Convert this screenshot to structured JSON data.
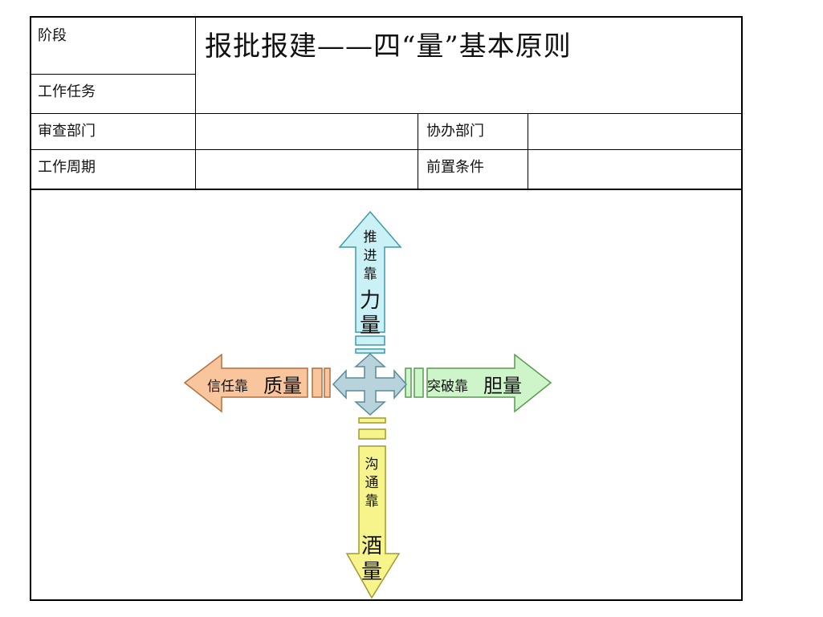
{
  "table": {
    "stage_label": "阶段",
    "title": "报批报建——四“量”基本原则",
    "task_label": "工作任务",
    "review_dept_label": "审查部门",
    "assist_dept_label": "协办部门",
    "cycle_label": "工作周期",
    "precondition_label": "前置条件"
  },
  "diagram": {
    "up": {
      "prefix": [
        "推",
        "进",
        "靠"
      ],
      "key": [
        "力",
        "量"
      ],
      "color": "#c9f1f6"
    },
    "left": {
      "prefix": "信任靠",
      "key": "质量",
      "color": "#f9c59c"
    },
    "right": {
      "prefix": "突破靠",
      "key": "胆量",
      "color": "#cdf5c9"
    },
    "down": {
      "prefix": [
        "沟",
        "通",
        "靠"
      ],
      "key": [
        "酒",
        "量"
      ],
      "color": "#f8f48c"
    },
    "center_color": "#b8d3dc"
  }
}
